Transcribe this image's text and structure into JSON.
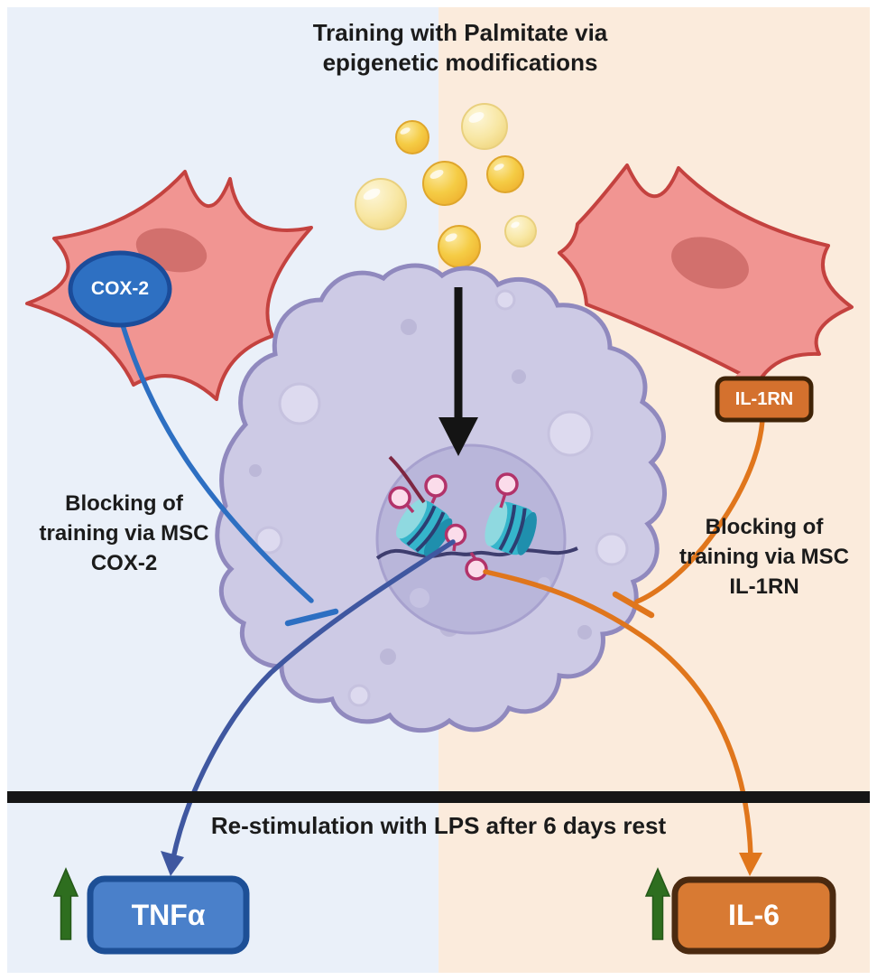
{
  "diagram": {
    "title": {
      "line1": "Training with Palmitate via",
      "line2": "epigenetic modifications"
    },
    "divider_label": "Re-stimulation with LPS after 6 days rest",
    "left": {
      "mediator_label": "COX-2",
      "blocking": {
        "line1": "Blocking of",
        "line2": "training via MSC",
        "line3": "COX-2"
      },
      "outcome_label": "TNFα",
      "outcome_direction": "increase"
    },
    "right": {
      "mediator_label": "IL-1RN",
      "blocking": {
        "line1": "Blocking of",
        "line2": "training via MSC",
        "line3": "IL-1RN"
      },
      "outcome_label": "IL-6",
      "outcome_direction": "increase"
    },
    "icons": {
      "palmitate": "lipid-droplets",
      "uptake": "black-down-arrow",
      "inhibition": "blunt-end-bar",
      "increase": "green-up-arrow",
      "epigenetics": "histones-with-methyl-marks"
    },
    "colors": {
      "left_background": "#EAF0F9",
      "right_background": "#FBEBDC",
      "msc_cell": "#F19592",
      "msc_outline": "#C4423F",
      "msc_nucleus": "#D2706D",
      "macrophage": "#CDCAE5",
      "macrophage_outline": "#9089BE",
      "cell_nucleus": "#B9B6DA",
      "histone_teal": "#35B5CB",
      "methyl_mark": "#FBDCEA",
      "methyl_outline": "#B2336A",
      "palmitate_yellow": "#F5CC45",
      "cox2_fill": "#2E70C2",
      "il1rn_fill": "#D4712E",
      "tnfa_fill": "#4A80CA",
      "il6_fill": "#D87A33",
      "inhibit_blue": "#2D6FC2",
      "inhibit_orange": "#E0761C",
      "tnfa_arrow_navy": "#3F57A0",
      "increase_green": "#2E6E1F",
      "divider_black": "#161616",
      "text": "#1B1B1B"
    }
  }
}
